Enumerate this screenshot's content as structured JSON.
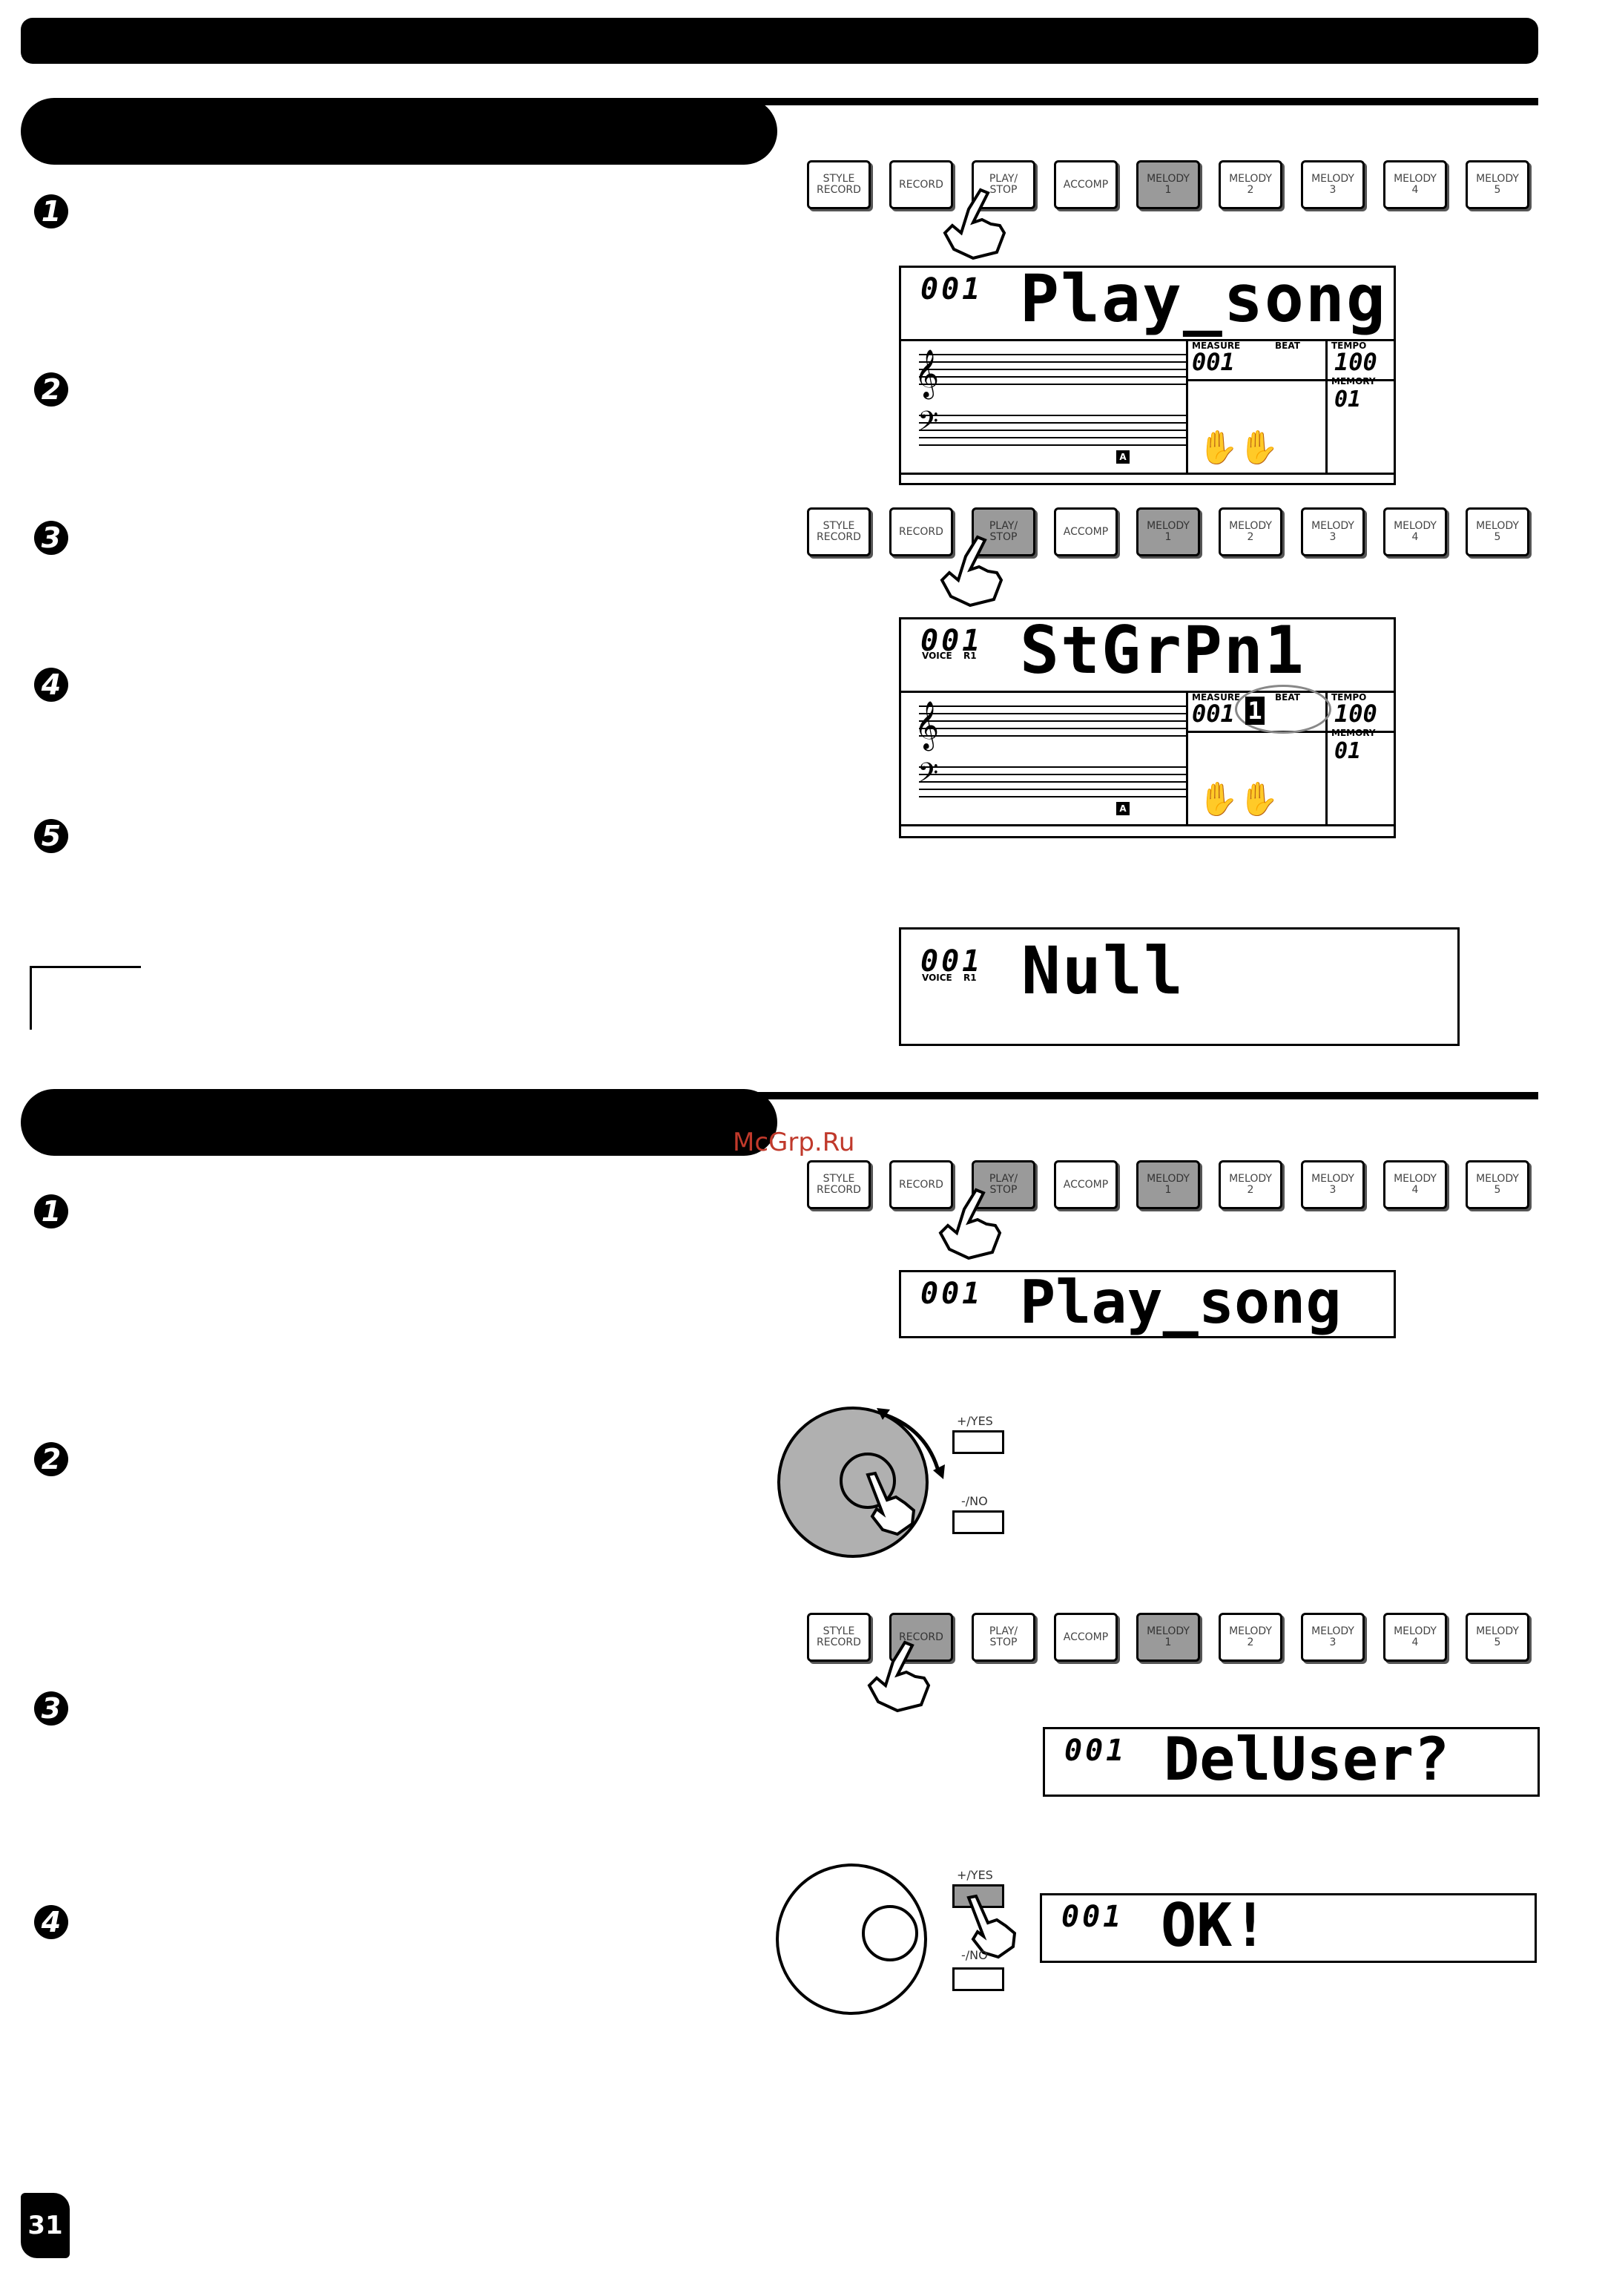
{
  "sections": {
    "first": {
      "steps": [
        "1",
        "2",
        "3",
        "4",
        "5"
      ]
    },
    "second": {
      "steps": [
        "1",
        "2",
        "3",
        "4"
      ]
    }
  },
  "panel_buttons": [
    {
      "label": "STYLE\nRECORD"
    },
    {
      "label": "RECORD"
    },
    {
      "label": "PLAY/\nSTOP"
    },
    {
      "label": "ACCOMP"
    },
    {
      "label": "MELODY\n1"
    },
    {
      "label": "MELODY\n2"
    },
    {
      "label": "MELODY\n3"
    },
    {
      "label": "MELODY\n4"
    },
    {
      "label": "MELODY\n5"
    }
  ],
  "lcd1": {
    "number": "001",
    "text": "Play_song",
    "measure_label": "MEASURE",
    "beat_label": "BEAT",
    "tempo_label": "TEMPO",
    "memory_label": "MEMORY",
    "measure": "001",
    "tempo": "100",
    "memory": "01",
    "a_mark": "A"
  },
  "lcd2": {
    "number": "001",
    "voice_label": "VOICE",
    "r1_label": "R1",
    "text": "StGrPn1",
    "measure_label": "MEASURE",
    "beat_label": "BEAT",
    "tempo_label": "TEMPO",
    "memory_label": "MEMORY",
    "measure": "001",
    "beat": "1",
    "tempo": "100",
    "memory": "01",
    "a_mark": "A"
  },
  "lcd3": {
    "number": "001",
    "voice_label": "VOICE",
    "r1_label": "R1",
    "text": "Null"
  },
  "lcd4": {
    "number": "001",
    "text": "Play_song"
  },
  "lcd5": {
    "number": "001",
    "text": "DelUser?"
  },
  "lcd6": {
    "number": "001",
    "text": "OK!"
  },
  "dial": {
    "yes_label": "+/YES",
    "no_label": "-/NO"
  },
  "watermark": "McGrp.Ru",
  "page_number": "31"
}
